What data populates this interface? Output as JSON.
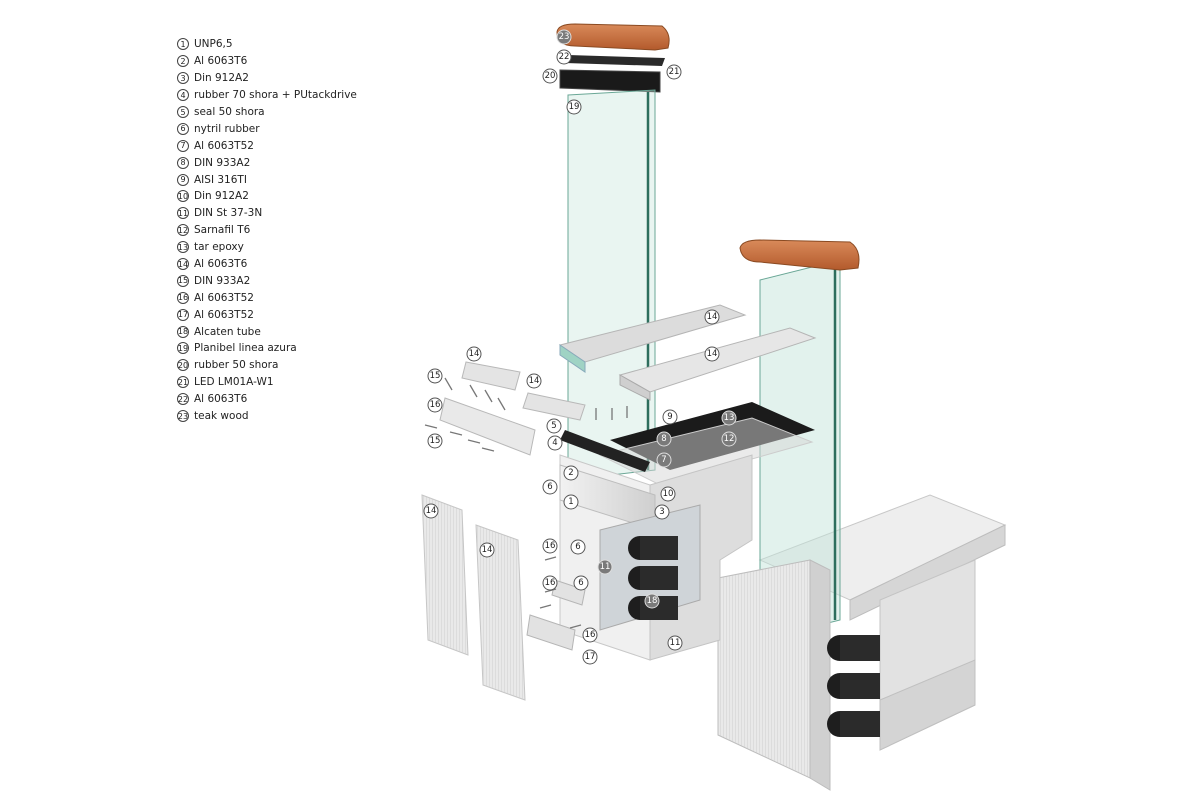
{
  "legend": [
    {
      "num": "1",
      "label": "UNP6,5"
    },
    {
      "num": "2",
      "label": "Al 6063T6"
    },
    {
      "num": "3",
      "label": "Din 912A2"
    },
    {
      "num": "4",
      "label": "rubber 70 shora + PUtackdrive"
    },
    {
      "num": "5",
      "label": "seal  50 shora"
    },
    {
      "num": "6",
      "label": "nytril rubber"
    },
    {
      "num": "7",
      "label": "Al 6063T52"
    },
    {
      "num": "8",
      "label": "DIN 933A2"
    },
    {
      "num": "9",
      "label": "AISI 316TI"
    },
    {
      "num": "10",
      "label": "Din 912A2"
    },
    {
      "num": "11",
      "label": "DIN St 37-3N"
    },
    {
      "num": "12",
      "label": "Sarnafil T6"
    },
    {
      "num": "13",
      "label": "tar epoxy"
    },
    {
      "num": "14",
      "label": "Al 6063T6"
    },
    {
      "num": "15",
      "label": "DIN 933A2"
    },
    {
      "num": "16",
      "label": "Al 6063T52"
    },
    {
      "num": "17",
      "label": "Al 6063T52"
    },
    {
      "num": "18",
      "label": "Alcaten  tube"
    },
    {
      "num": "19",
      "label": "Planibel linea azura"
    },
    {
      "num": "20",
      "label": "rubber  50 shora"
    },
    {
      "num": "21",
      "label": "LED LM01A-W1"
    },
    {
      "num": "22",
      "label": "Al 6063T6"
    },
    {
      "num": "23",
      "label": "teak  wood"
    }
  ],
  "callouts": {
    "c1": "1",
    "c2": "2",
    "c3": "3",
    "c4": "4",
    "c5": "5",
    "c6": "6",
    "c7": "7",
    "c8": "8",
    "c9": "9",
    "c10": "10",
    "c11": "11",
    "c12": "12",
    "c13": "13",
    "c14": "14",
    "c15": "15",
    "c16": "16",
    "c17": "17",
    "c18": "18",
    "c19": "19",
    "c20": "20",
    "c21": "21",
    "c22": "22",
    "c23": "23"
  },
  "colors": {
    "teak": "#c46a3a",
    "glass": "#9fd3c4",
    "aluminium": "#e6e6e6",
    "membrane": "#1b1b1b",
    "steel": "#dcdcdc"
  }
}
